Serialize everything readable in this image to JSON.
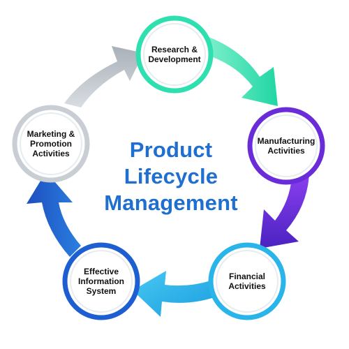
{
  "title": {
    "line1": "Product",
    "line2": "Lifecycle",
    "line3": "Management",
    "color": "#1f6fd1"
  },
  "stages": [
    {
      "line1": "Research &",
      "line2": "Development",
      "color": "#2ee0b0"
    },
    {
      "line1": "Manufacturing",
      "line2": "Activities",
      "color": "#6a2bd9"
    },
    {
      "line1": "Financial",
      "line2": "Activities",
      "color": "#29b4ea"
    },
    {
      "line1": "Effective",
      "line2": "Information",
      "line3": "System",
      "color": "#1d5fd0"
    },
    {
      "line1": "Marketing &",
      "line2": "Promotion",
      "line3": "Activities",
      "color": "#c9ced4"
    }
  ]
}
